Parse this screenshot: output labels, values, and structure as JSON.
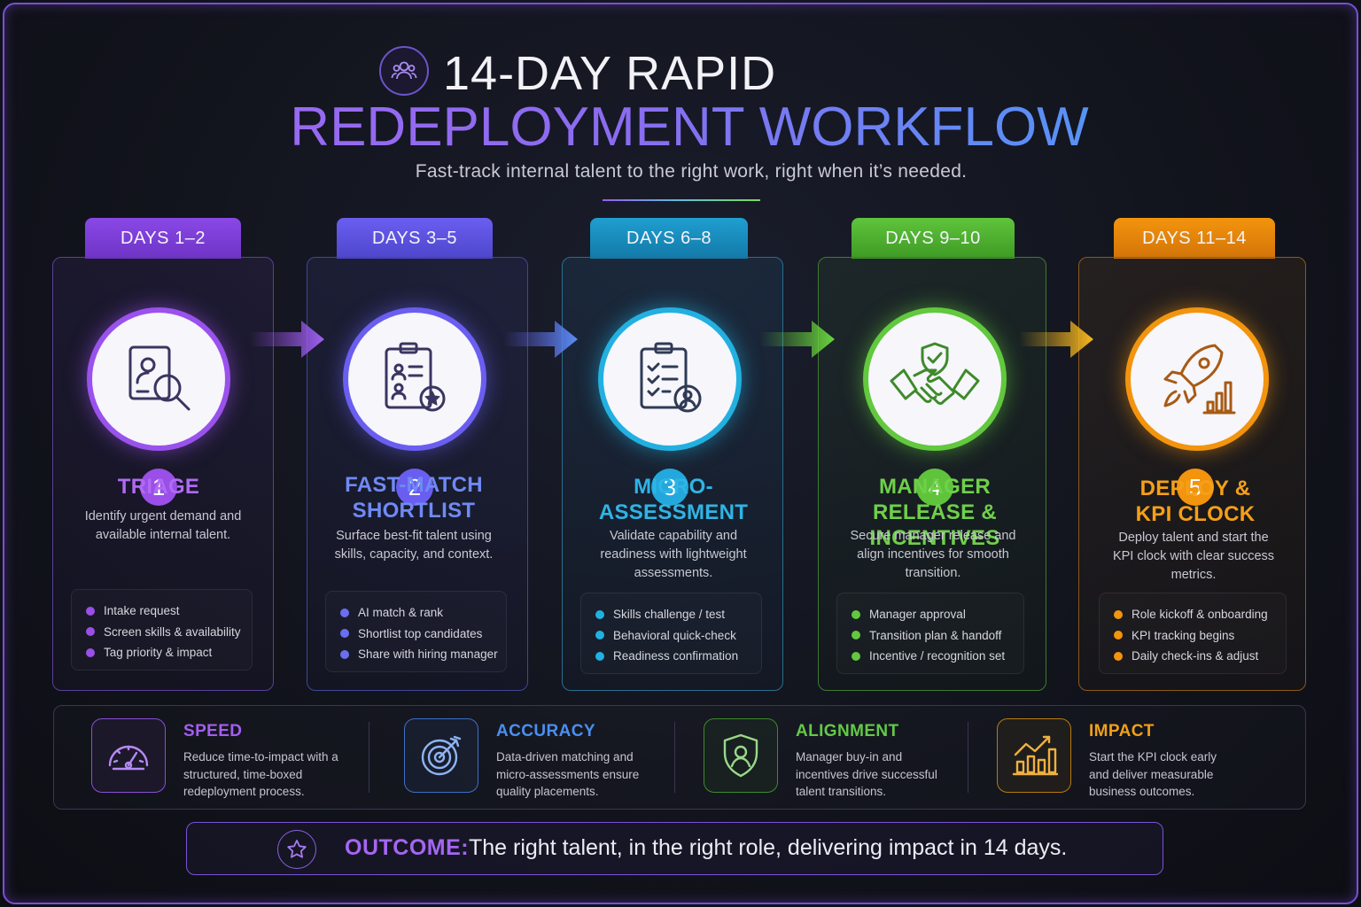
{
  "header": {
    "title_line1": "14-DAY RAPID",
    "title_line2": "REDEPLOYMENT WORKFLOW",
    "subtitle": "Fast-track internal talent to the right work, right when it’s needed.",
    "icon": "people-group-icon"
  },
  "steps": [
    {
      "days": "DAYS 1–2",
      "number": "1",
      "title": "TRIAGE",
      "description": "Identify urgent demand and available internal talent.",
      "icon": "profile-search-icon",
      "color": "#9a4fe8",
      "items": [
        "Intake request",
        "Screen skills & availability",
        "Tag priority & impact"
      ]
    },
    {
      "days": "DAYS 3–5",
      "number": "2",
      "title": "FAST-MATCH SHORTLIST",
      "description": "Surface best-fit talent using skills, capacity, and context.",
      "icon": "clipboard-star-icon",
      "color": "#6a5ef0",
      "items": [
        "AI match & rank",
        "Shortlist top candidates",
        "Share with hiring manager"
      ]
    },
    {
      "days": "DAYS 6–8",
      "number": "3",
      "title": "MICRO-ASSESSMENT",
      "description": "Validate capability and readiness with lightweight assessments.",
      "icon": "checklist-person-icon",
      "color": "#27a9d6",
      "items": [
        "Skills challenge / test",
        "Behavioral quick-check",
        "Readiness confirmation"
      ]
    },
    {
      "days": "DAYS 9–10",
      "number": "4",
      "title": "MANAGER RELEASE & INCENTIVES",
      "description": "Secure manager release and align incentives for smooth transition.",
      "icon": "handshake-shield-icon",
      "color": "#5fc43c",
      "items": [
        "Manager approval",
        "Transition plan & handoff",
        "Incentive / recognition set"
      ]
    },
    {
      "days": "DAYS 11–14",
      "number": "5",
      "title": "DEPLOY & KPI CLOCK",
      "description": "Deploy talent and start the KPI clock with clear success metrics.",
      "icon": "rocket-chart-icon",
      "color": "#f0900e",
      "items": [
        "Role kickoff & onboarding",
        "KPI tracking begins",
        "Daily check-ins & adjust"
      ]
    }
  ],
  "benefits": [
    {
      "title": "SPEED",
      "description": "Reduce time-to-impact with a structured, time-boxed redeployment process.",
      "icon": "speedometer-icon",
      "color": "#a45ef0"
    },
    {
      "title": "ACCURACY",
      "description": "Data-driven matching and micro-assessments ensure quality placements.",
      "icon": "target-icon",
      "color": "#4a8ff0"
    },
    {
      "title": "ALIGNMENT",
      "description": "Manager buy-in and incentives drive successful talent transitions.",
      "icon": "shield-person-icon",
      "color": "#63c947"
    },
    {
      "title": "IMPACT",
      "description": "Start the KPI clock early and deliver measurable business outcomes.",
      "icon": "bar-chart-up-icon",
      "color": "#f0a018"
    }
  ],
  "outcome": {
    "label": "OUTCOME:",
    "text": "The right talent, in the right role, delivering impact in 14 days.",
    "icon": "star-icon"
  }
}
